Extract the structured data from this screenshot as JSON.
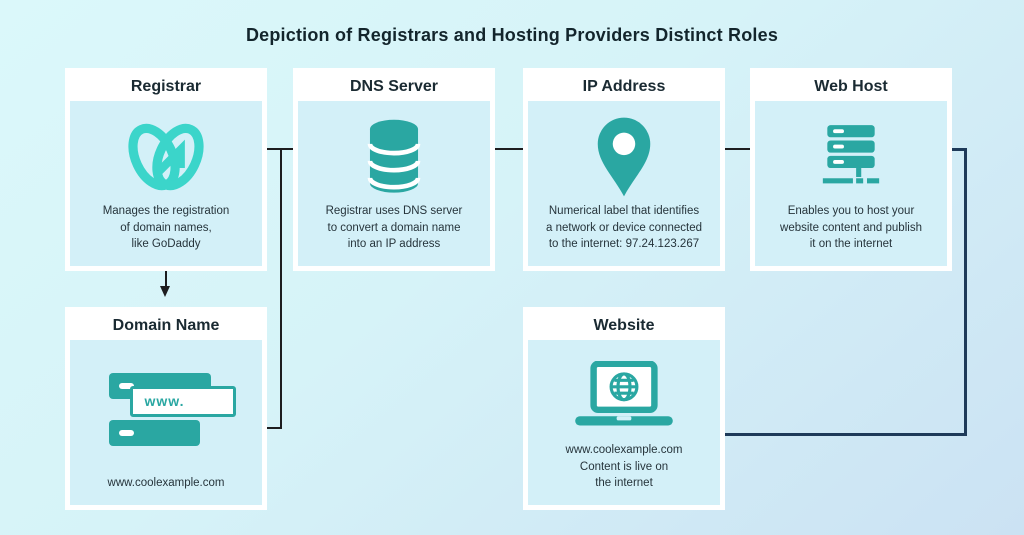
{
  "title": "Depiction of Registrars and Hosting Providers Distinct Roles",
  "boxes": [
    {
      "label": "Registrar",
      "icon": "godaddy-logo-icon",
      "description": "Manages the registration\nof domain names,\nlike GoDaddy"
    },
    {
      "label": "DNS Server",
      "icon": "database-icon",
      "description": "Registrar uses DNS server\nto convert a domain name\ninto an IP address"
    },
    {
      "label": "IP Address",
      "icon": "location-pin-icon",
      "description": "Numerical label that identifies\na network or device connected\nto the internet: 97.24.123.267"
    },
    {
      "label": "Web Host",
      "icon": "server-rack-icon",
      "description": "Enables you to host your\nwebsite content and publish\nit on the internet"
    },
    {
      "label": "Domain Name",
      "icon": "domain-tag-icon",
      "description": "www.coolexample.com"
    },
    {
      "label": "Website",
      "icon": "laptop-globe-icon",
      "description": "www.coolexample.com\nContent is live on\nthe internet"
    }
  ],
  "domain_icon_label": "www.",
  "colors": {
    "icon_teal": "#2aa7a2",
    "godaddy_turquoise": "#3bd5ca",
    "arrow_black": "#1d1d1f",
    "arrow_navy": "#1e3a59",
    "box_fill": "#d3f0f8",
    "box_border": "#ffffff",
    "background_top": "#dbf8fa",
    "background_bottom": "#cbe2f3"
  }
}
